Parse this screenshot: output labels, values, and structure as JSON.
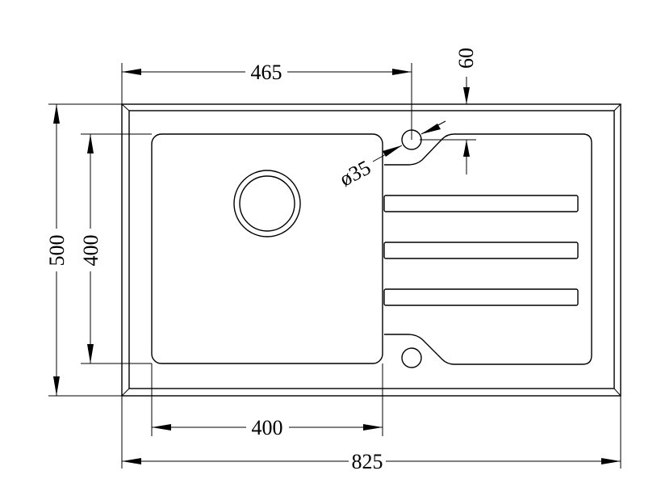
{
  "drawing": {
    "dimensions": {
      "overall_width": "825",
      "bowl_offset": "465",
      "tap_hole_offset": "60",
      "tap_hole_diameter": "ø35",
      "overall_depth": "500",
      "bowl_depth": "400",
      "bowl_width": "400"
    }
  }
}
